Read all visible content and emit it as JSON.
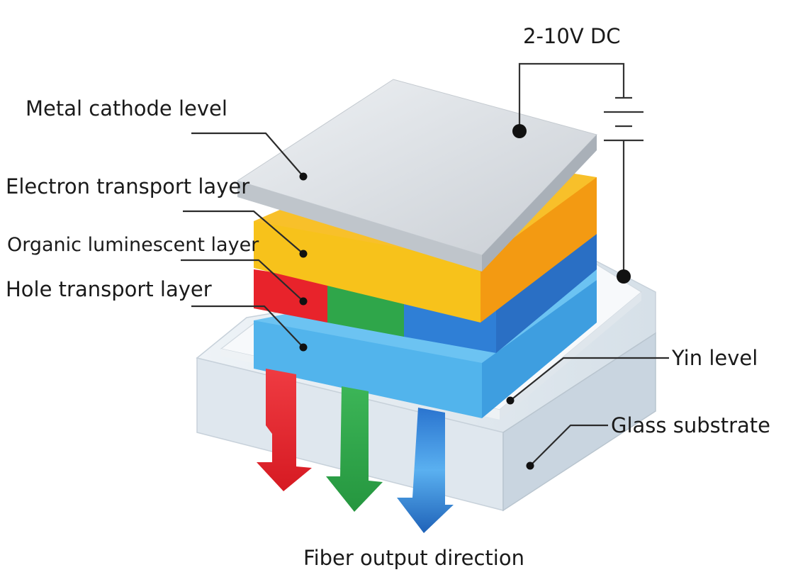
{
  "labels": {
    "voltage": "2-10V DC",
    "metal_cathode": "Metal cathode level",
    "electron_transport": "Electron transport layer",
    "organic_luminescent": "Organic luminescent layer",
    "hole_transport": "Hole transport layer",
    "yin_level": "Yin level",
    "glass_substrate": "Glass substrate",
    "fiber_output": "Fiber output direction"
  },
  "colors": {
    "cathode": "#d9dde1",
    "electron_transport": "#f6b21f",
    "emitter_red": "#e8232b",
    "emitter_green": "#2fa64a",
    "emitter_blue": "#2f7fd6",
    "hole_transport": "#5bb8ee",
    "anode": "#f3f6f8",
    "glass": "#dde6ee",
    "arrow_red": "#e31e26",
    "arrow_green": "#2ea64b",
    "arrow_blue": "#2a74cf"
  }
}
